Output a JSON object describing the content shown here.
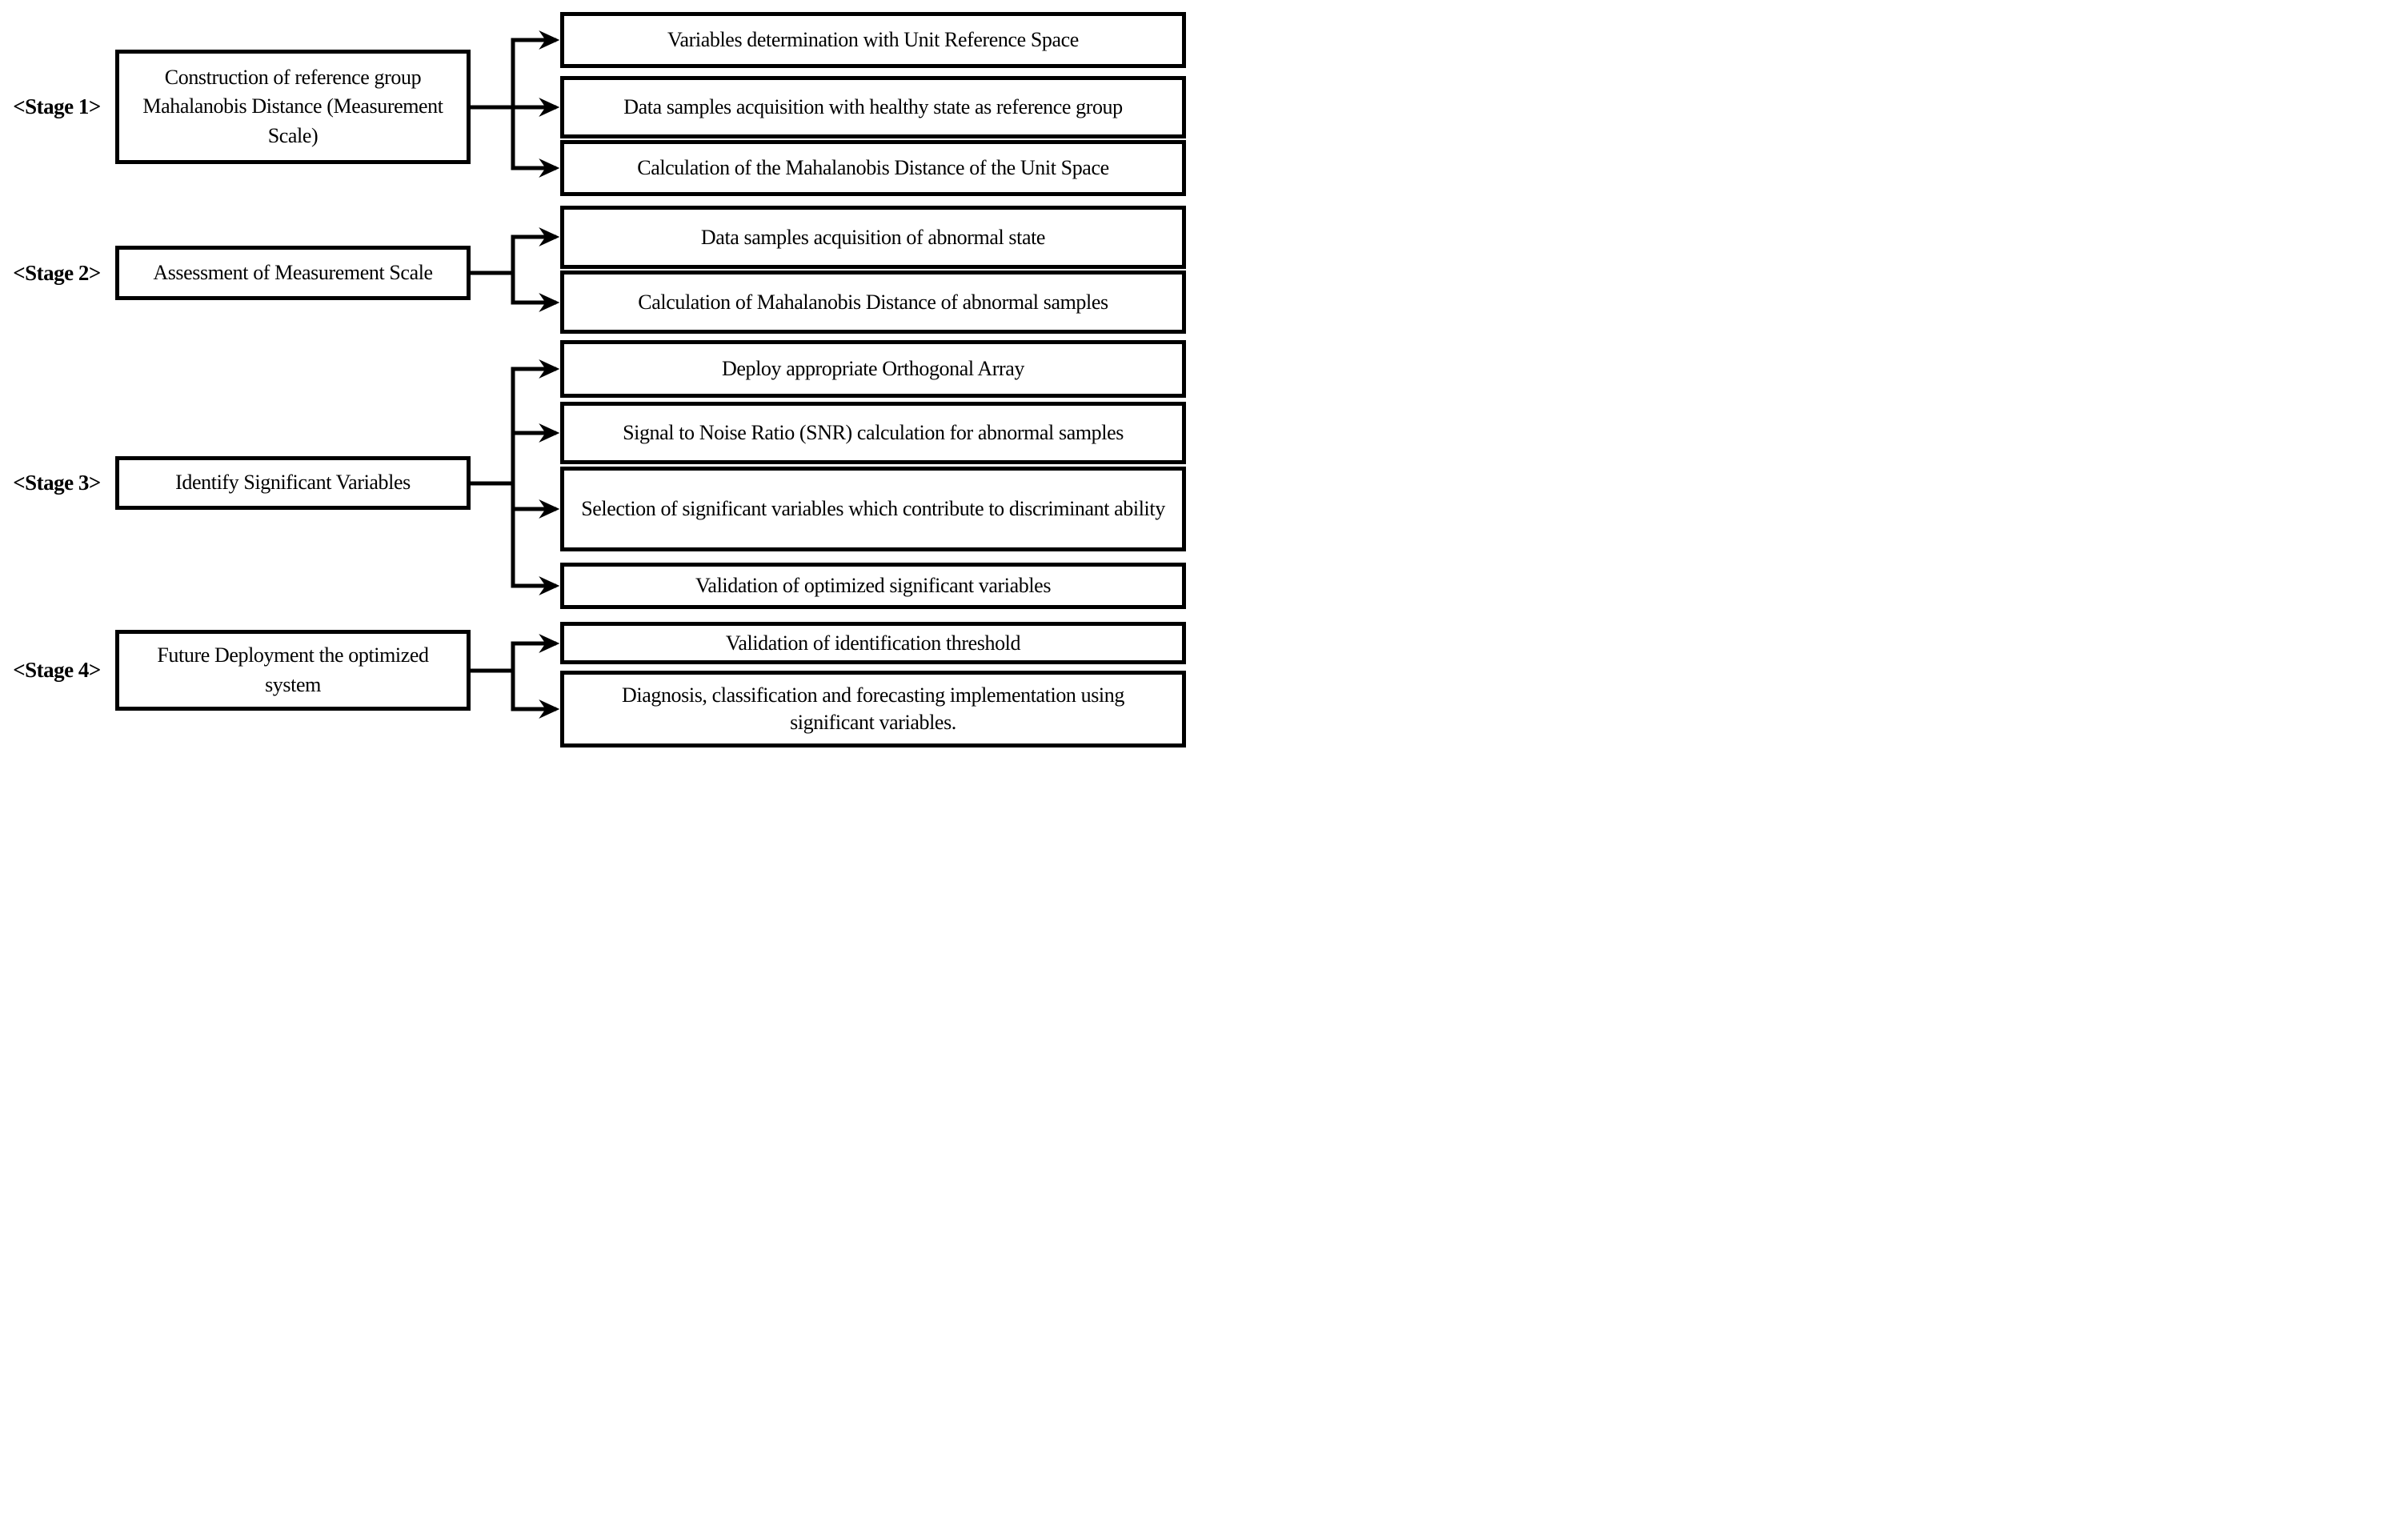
{
  "figure": {
    "type": "flowchart",
    "background_color": "#ffffff",
    "line_color": "#000000",
    "stages": [
      {
        "label": "<Stage 1>",
        "box": "Construction of reference group Mahalanobis Distance (Measurement Scale)",
        "steps": [
          "Variables determination with Unit Reference Space",
          "Data samples acquisition with healthy state as reference group",
          "Calculation of the Mahalanobis Distance of the Unit Space"
        ]
      },
      {
        "label": "<Stage 2>",
        "box": "Assessment of Measurement Scale",
        "steps": [
          "Data samples acquisition of abnormal state",
          "Calculation of Mahalanobis Distance of abnormal samples"
        ]
      },
      {
        "label": "<Stage 3>",
        "box": "Identify Significant Variables",
        "steps": [
          "Deploy appropriate Orthogonal Array",
          "Signal to Noise Ratio (SNR) calculation for abnormal samples",
          "Selection of significant variables which contribute to discriminant ability",
          "Validation of optimized significant variables"
        ]
      },
      {
        "label": "<Stage 4>",
        "box": "Future Deployment the optimized system",
        "steps": [
          "Validation of identification threshold",
          "Diagnosis, classification and forecasting implementation using significant variables."
        ]
      }
    ]
  }
}
